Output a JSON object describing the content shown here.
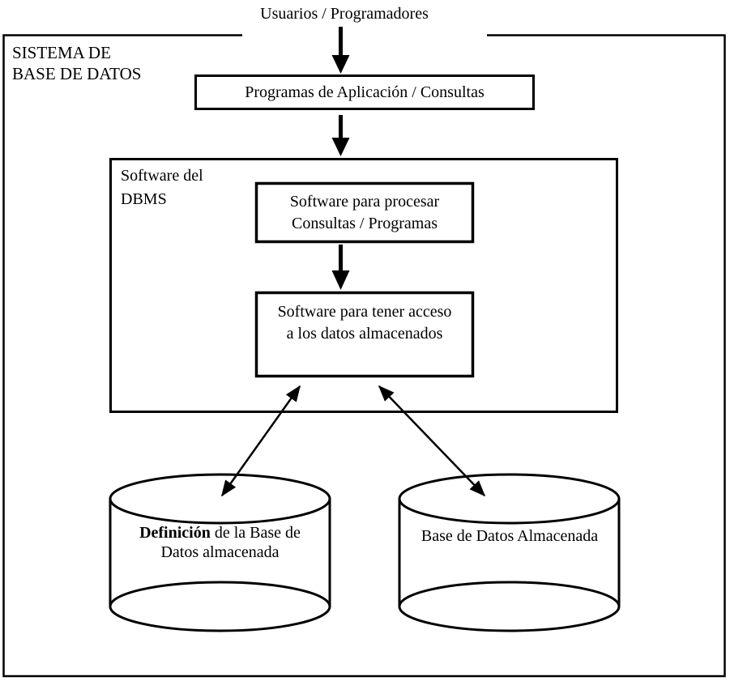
{
  "page": {
    "background": "#ffffff",
    "line_color": "#000000"
  },
  "labels": {
    "users": "Usuarios / Programadores",
    "system_line1": "SISTEMA DE",
    "system_line2": "BASE DE DATOS",
    "app_queries": "Programas de Aplicación / Consultas",
    "dbms_line1": "Software del",
    "dbms_line2": "DBMS",
    "query_processor_line1": "Software para procesar",
    "query_processor_line2": "Consultas / Programas",
    "data_access_line1": "Software para tener acceso",
    "data_access_line2": "a los datos almacenados",
    "stored_definition_bold": "Definición",
    "stored_definition_rest": "de la Base de",
    "stored_definition_line2": "Datos almacenada",
    "stored_database": "Base de Datos Almacenada"
  }
}
